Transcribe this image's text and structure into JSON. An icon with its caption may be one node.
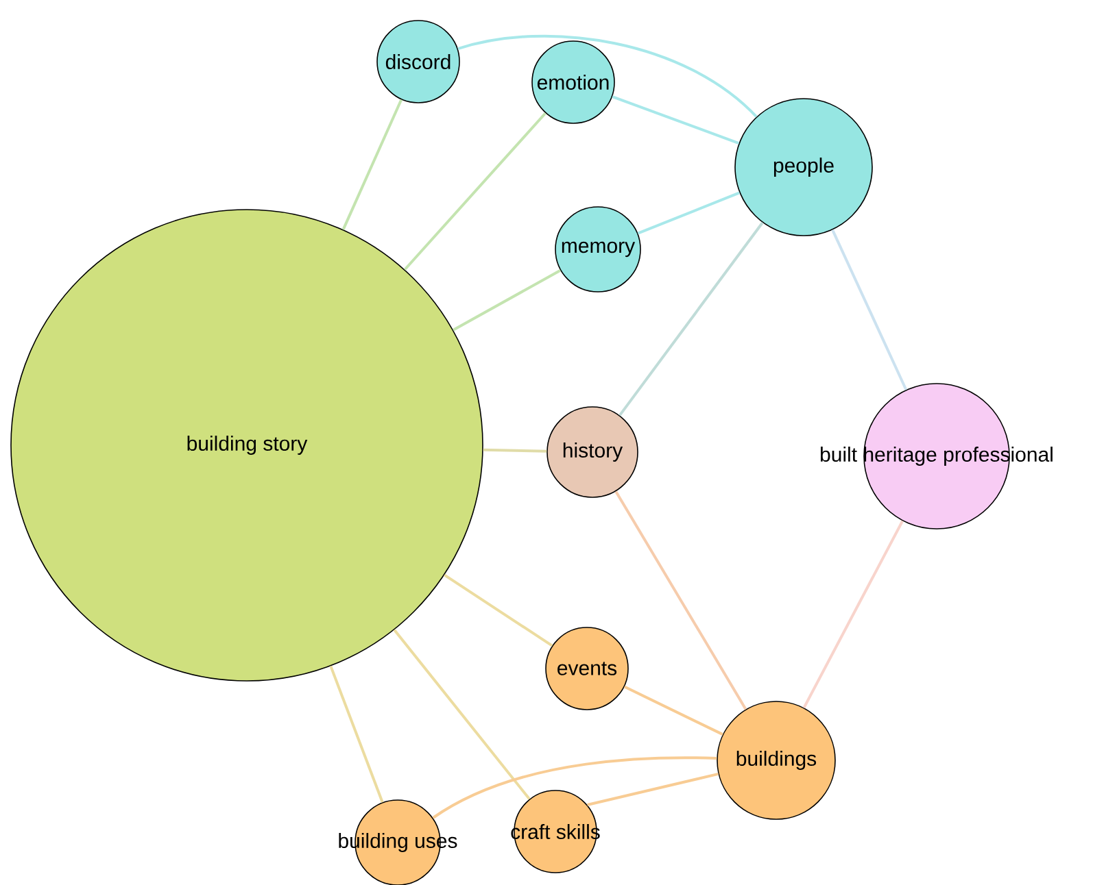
{
  "diagram": {
    "nodes": [
      {
        "text": [
          "building story"
        ]
      },
      {
        "text": [
          "discord"
        ]
      },
      {
        "text": [
          "emotion"
        ]
      },
      {
        "text": [
          "people"
        ]
      },
      {
        "text": [
          "memory"
        ]
      },
      {
        "text": [
          "history"
        ]
      },
      {
        "text": [
          "built heritage professional"
        ]
      },
      {
        "text": [
          "events"
        ]
      },
      {
        "text": [
          "buildings"
        ]
      },
      {
        "text": [
          "craft skills"
        ]
      },
      {
        "text": [
          "building uses"
        ]
      }
    ],
    "edges": [
      {
        "from": 0,
        "to": 1,
        "arrow": "none",
        "color": "#c4e4b0"
      },
      {
        "from": 0,
        "to": 2,
        "arrow": "none",
        "color": "#c4e4b0"
      },
      {
        "from": 0,
        "to": 4,
        "arrow": "none",
        "color": "#c4e4b0"
      },
      {
        "from": 0,
        "to": 5,
        "arrow": "none",
        "color": "#e0dca8"
      },
      {
        "from": 0,
        "to": 7,
        "arrow": "none",
        "color": "#ecdca0"
      },
      {
        "from": 0,
        "to": 9,
        "arrow": "none",
        "color": "#ecdca0"
      },
      {
        "from": 0,
        "to": 10,
        "arrow": "none",
        "color": "#ecdca0"
      },
      {
        "from": 1,
        "to": 3,
        "arrow": "none",
        "color": "#a8e8ea"
      },
      {
        "from": 2,
        "to": 3,
        "arrow": "none",
        "color": "#a8e8ea"
      },
      {
        "from": 4,
        "to": 3,
        "arrow": "none",
        "color": "#a8e8ea"
      },
      {
        "from": 5,
        "to": 3,
        "arrow": "none",
        "color": "#c0dcd8"
      },
      {
        "from": 3,
        "to": 6,
        "arrow": "none",
        "color": "#cce2f0"
      },
      {
        "from": 5,
        "to": 8,
        "arrow": "none",
        "color": "#f6ccac"
      },
      {
        "from": 7,
        "to": 8,
        "arrow": "none",
        "color": "#f8cc94"
      },
      {
        "from": 6,
        "to": 8,
        "arrow": "none",
        "color": "#f8d4cc"
      },
      {
        "from": 8,
        "to": 9,
        "arrow": "none",
        "color": "#f8cc94"
      },
      {
        "from": 8,
        "to": 10,
        "arrow": "none",
        "color": "#f8cc94"
      }
    ]
  }
}
